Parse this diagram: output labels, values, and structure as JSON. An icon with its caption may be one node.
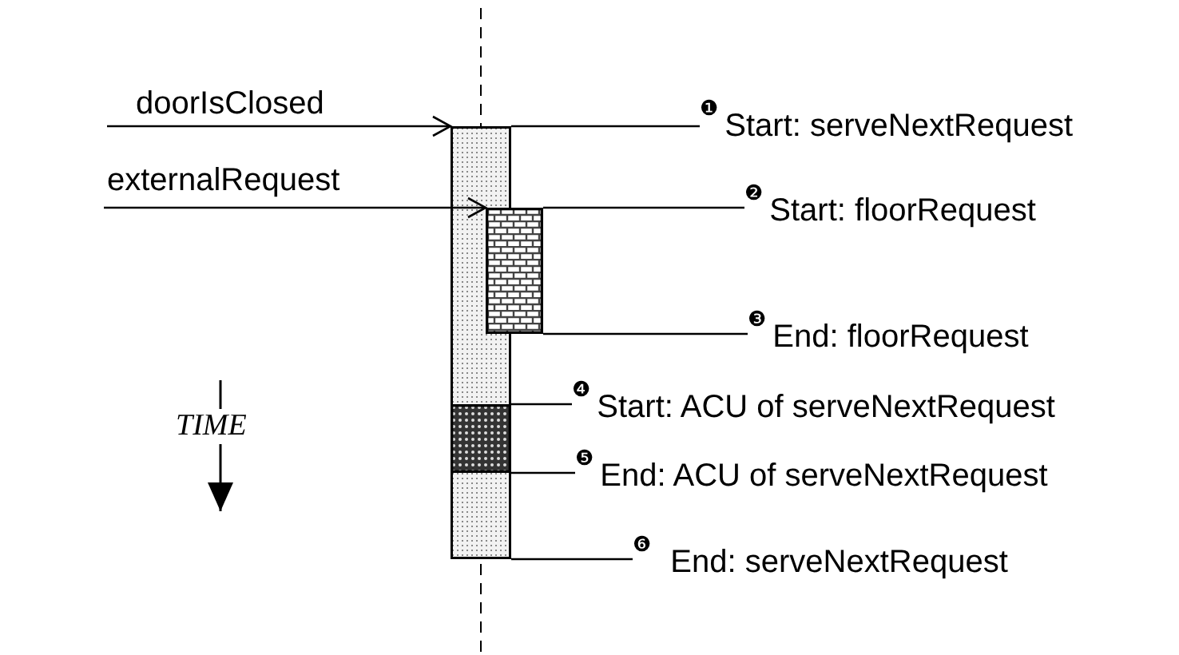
{
  "diagram": {
    "nodes": [
      {
        "text": [],
        "shape": "bar"
      },
      {
        "text": [],
        "shape": "box"
      },
      {
        "text": [],
        "shape": "box",
        "in": 0
      },
      {
        "text": [
          "❶",
          "Start: serveNextRequest"
        ]
      },
      {
        "text": [
          "❷",
          "Start: floorRequest"
        ]
      },
      {
        "text": [
          "❸",
          "End: floorRequest"
        ]
      },
      {
        "text": [
          "❹",
          "Start: ACU of serveNextRequest"
        ]
      },
      {
        "text": [
          "❺",
          "End: ACU of serveNextRequest"
        ]
      },
      {
        "text": [
          "❻",
          "End: serveNextRequest"
        ]
      }
    ],
    "edges": [
      {
        "from": null,
        "to": 0,
        "arrow": "to",
        "label": "doorIsClosed"
      },
      {
        "from": null,
        "to": 1,
        "arrow": "to",
        "label": "externalRequest"
      },
      {
        "from": 3,
        "to": 0,
        "arrow": "none"
      },
      {
        "from": 4,
        "to": 1,
        "arrow": "none"
      },
      {
        "from": 5,
        "to": 1,
        "arrow": "none"
      },
      {
        "from": 6,
        "to": 2,
        "arrow": "none"
      },
      {
        "from": 7,
        "to": 2,
        "arrow": "none"
      },
      {
        "from": 8,
        "to": 0,
        "arrow": "none"
      }
    ],
    "labels": [
      "TIME"
    ]
  }
}
